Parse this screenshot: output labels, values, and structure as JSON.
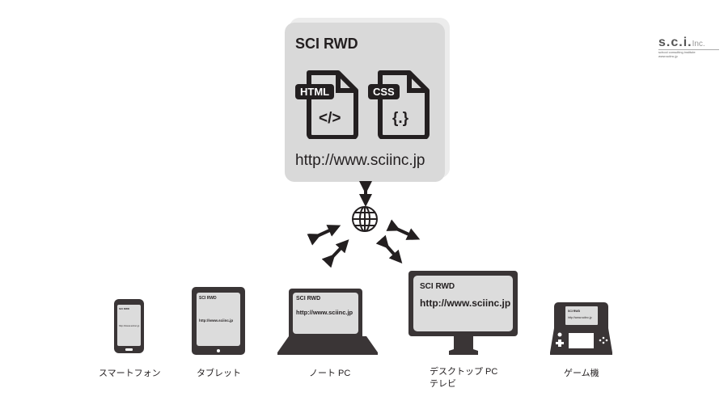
{
  "logo": {
    "main": "s.c.i.",
    "suffix": "Inc.",
    "line1": "school consulting institute",
    "line2": "www.sciinc.jp"
  },
  "server": {
    "title": "SCI RWD",
    "html_label": "HTML",
    "html_glyph": "</>",
    "css_label": "CSS",
    "css_glyph": "{.}",
    "url": "http://www.sciinc.jp"
  },
  "screen": {
    "title": "SCI RWD",
    "url": "http://www.sciinc.jp"
  },
  "devices": [
    {
      "label": "スマートフォン"
    },
    {
      "label": "タブレット"
    },
    {
      "label": "ノート PC"
    },
    {
      "label": "デスクトップ PC",
      "label2": "テレビ"
    },
    {
      "label": "ゲーム機"
    }
  ],
  "colors": {
    "card": "#d9d9d9",
    "dark": "#3a3536",
    "screen": "#dcdcdc"
  }
}
